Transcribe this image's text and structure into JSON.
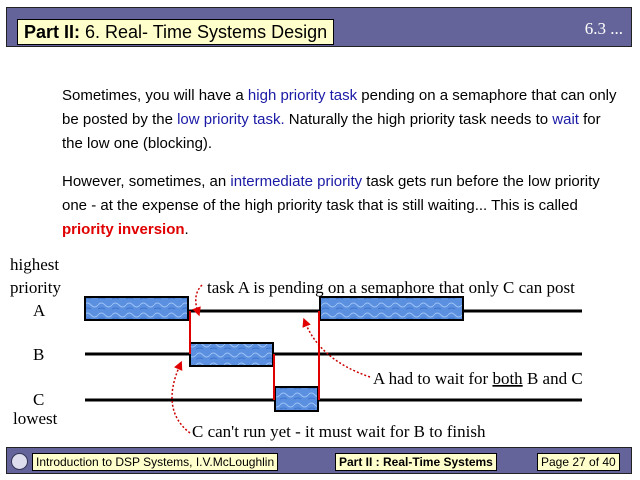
{
  "header": {
    "title_bold": "Part II:",
    "title_rest": " 6. Real- Time Systems Design",
    "section": "6.3 ..."
  },
  "body": {
    "p1": [
      {
        "t": "Sometimes, you will have a "
      },
      {
        "t": "high priority task",
        "c": "blue"
      },
      {
        "t": " pending on a semaphore that can only be posted by the "
      },
      {
        "t": "low priority task.",
        "c": "blue"
      },
      {
        "t": "  Naturally the high priority task needs to "
      },
      {
        "t": "wait",
        "c": "blue"
      },
      {
        "t": " for the low one (blocking)."
      }
    ],
    "p2": [
      {
        "t": "However, sometimes, an "
      },
      {
        "t": "intermediate priority",
        "c": "blue"
      },
      {
        "t": " task gets run before the low priority one -  at the expense of the high priority task that is still waiting...  This is called "
      },
      {
        "t": "priority inversion",
        "c": "red"
      },
      {
        "t": "."
      }
    ]
  },
  "diagram": {
    "label_highest": "highest",
    "label_priority": "priority",
    "label_a": "A",
    "label_b": "B",
    "label_c": "C",
    "label_lowest": "lowest",
    "note_pending": "task A is pending on a semaphore that only C can post",
    "note_wait_pre": "A had to wait for ",
    "note_wait_both": "both",
    "note_wait_post": " B and C",
    "note_c": "C can't run yet -  it must wait for B to finish",
    "colors": {
      "task": "#5a8fe0",
      "switch": "#e00000"
    }
  },
  "footer": {
    "course": "Introduction to DSP Systems, I.V.McLoughlin",
    "part": "Part II :  Real-Time Systems",
    "page": "Page 27 of 40"
  }
}
